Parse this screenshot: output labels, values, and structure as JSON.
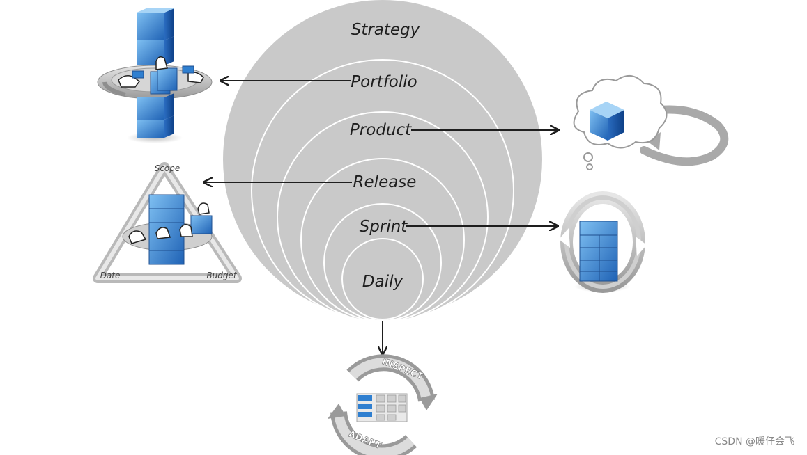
{
  "levels": {
    "strategy": "Strategy",
    "portfolio": "Portfolio",
    "product": "Product",
    "release": "Release",
    "sprint": "Sprint",
    "daily": "Daily"
  },
  "triangle": {
    "scope": "Scope",
    "date": "Date",
    "budget": "Budget"
  },
  "cycle": {
    "inspect": "INSPECT",
    "adapt": "ADAPT"
  },
  "watermark": "CSDN @暖仔会飞",
  "colors": {
    "circle_fill": "#c9c9c9",
    "circle_stroke": "#ffffff",
    "accent_blue": "#2f7fd0",
    "arrow": "#1e1e1e"
  }
}
